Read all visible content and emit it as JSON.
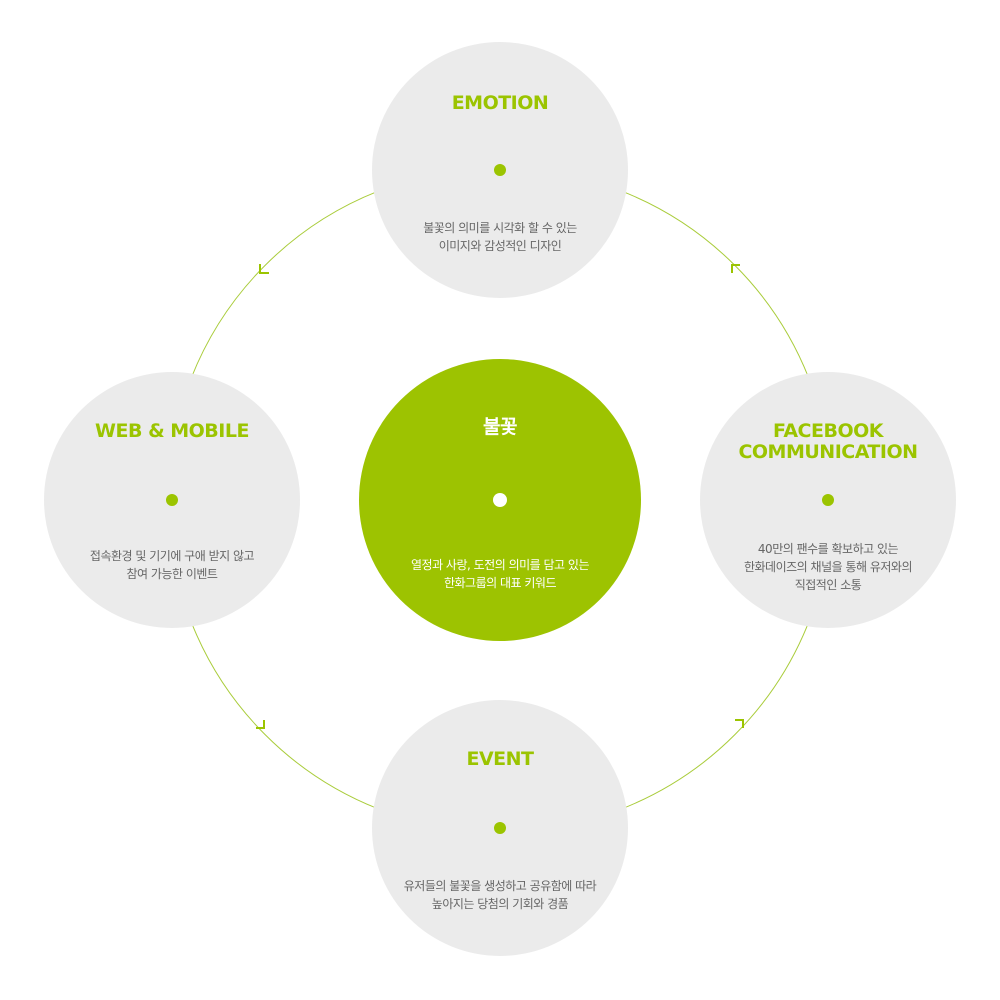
{
  "colors": {
    "accent": "#9dc301",
    "node_bg": "#ebebeb",
    "text": "#666666"
  },
  "center": {
    "title": "불꽃",
    "desc": [
      "열정과 사랑, 도전의 의미를 담고 있는",
      "한화그룹의 대표 키워드"
    ]
  },
  "nodes": {
    "emotion": {
      "title": "EMOTION",
      "desc": [
        "불꽃의 의미를 시각화 할 수 있는",
        "이미지와 감성적인 디자인"
      ]
    },
    "web_mobile": {
      "title": "WEB & MOBILE",
      "desc": [
        "접속환경 및 기기에 구애 받지 않고",
        "참여 가능한 이벤트"
      ]
    },
    "facebook": {
      "title": [
        "FACEBOOK",
        "COMMUNICATION"
      ],
      "desc": [
        "40만의 팬수를 확보하고 있는",
        "한화데이즈의 채널을 통해 유저와의",
        "직접적인 소통"
      ]
    },
    "event": {
      "title": "EVENT",
      "desc": [
        "유저들의 불꽃을 생성하고 공유함에 따라",
        "높아지는 당첨의 기회와 경품"
      ]
    }
  }
}
